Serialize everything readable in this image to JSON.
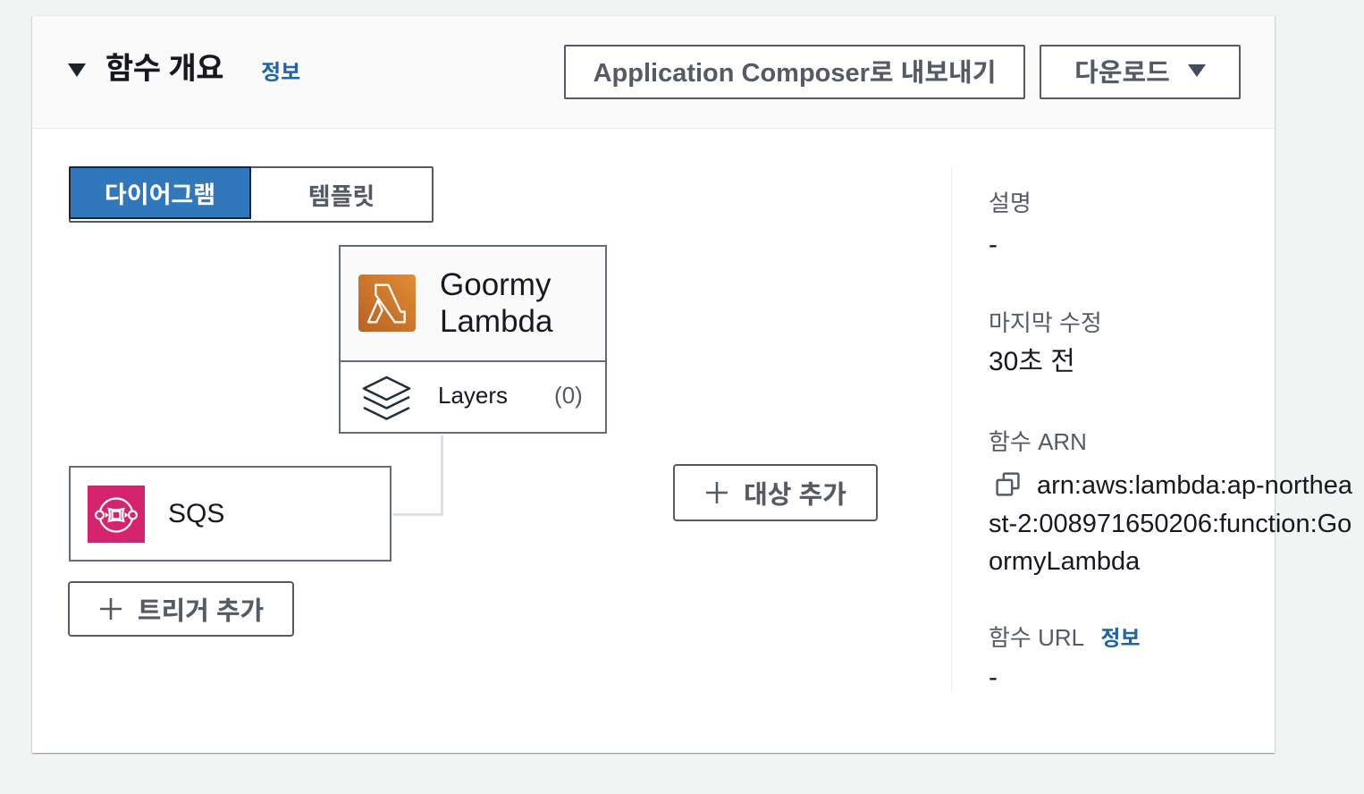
{
  "header": {
    "title": "함수 개요",
    "info_label": "정보",
    "export_button": "Application Composer로 내보내기",
    "download_button": "다운로드"
  },
  "tabs": {
    "diagram": "다이어그램",
    "template": "템플릿"
  },
  "diagram": {
    "lambda_node": {
      "title_line1": "Goormy",
      "title_line2": "Lambda",
      "layers_label": "Layers",
      "layers_count": "(0)"
    },
    "sqs_node": {
      "label": "SQS"
    },
    "add_destination_button": "대상 추가",
    "add_trigger_button": "트리거 추가"
  },
  "panel": {
    "description": {
      "label": "설명",
      "value": "-"
    },
    "last_modified": {
      "label": "마지막 수정",
      "value": "30초 전"
    },
    "arn": {
      "label": "함수 ARN",
      "value": "arn:aws:lambda:ap-northeast-2:008971650206:function:GoormyLambda",
      "value_lines": [
        "arn:aws:lambda:ap-northea",
        "st-2:008971650206:function:Go",
        "ormyLambda"
      ]
    },
    "url": {
      "label": "함수 URL",
      "info_label": "정보",
      "value": "-"
    }
  },
  "colors": {
    "page_bg": "#f2f3f3",
    "card_bg": "#ffffff",
    "header_bg": "#fafafa",
    "divider": "#eaeded",
    "accent_blue": "#3177bb",
    "link_blue": "#2064ae",
    "slate": "#545b64",
    "text_dark": "#16191f",
    "lambda_orange_from": "#b96125",
    "lambda_orange_to": "#e08c33",
    "sqs_pink": "#d5246d",
    "connector": "#dce0e0"
  }
}
